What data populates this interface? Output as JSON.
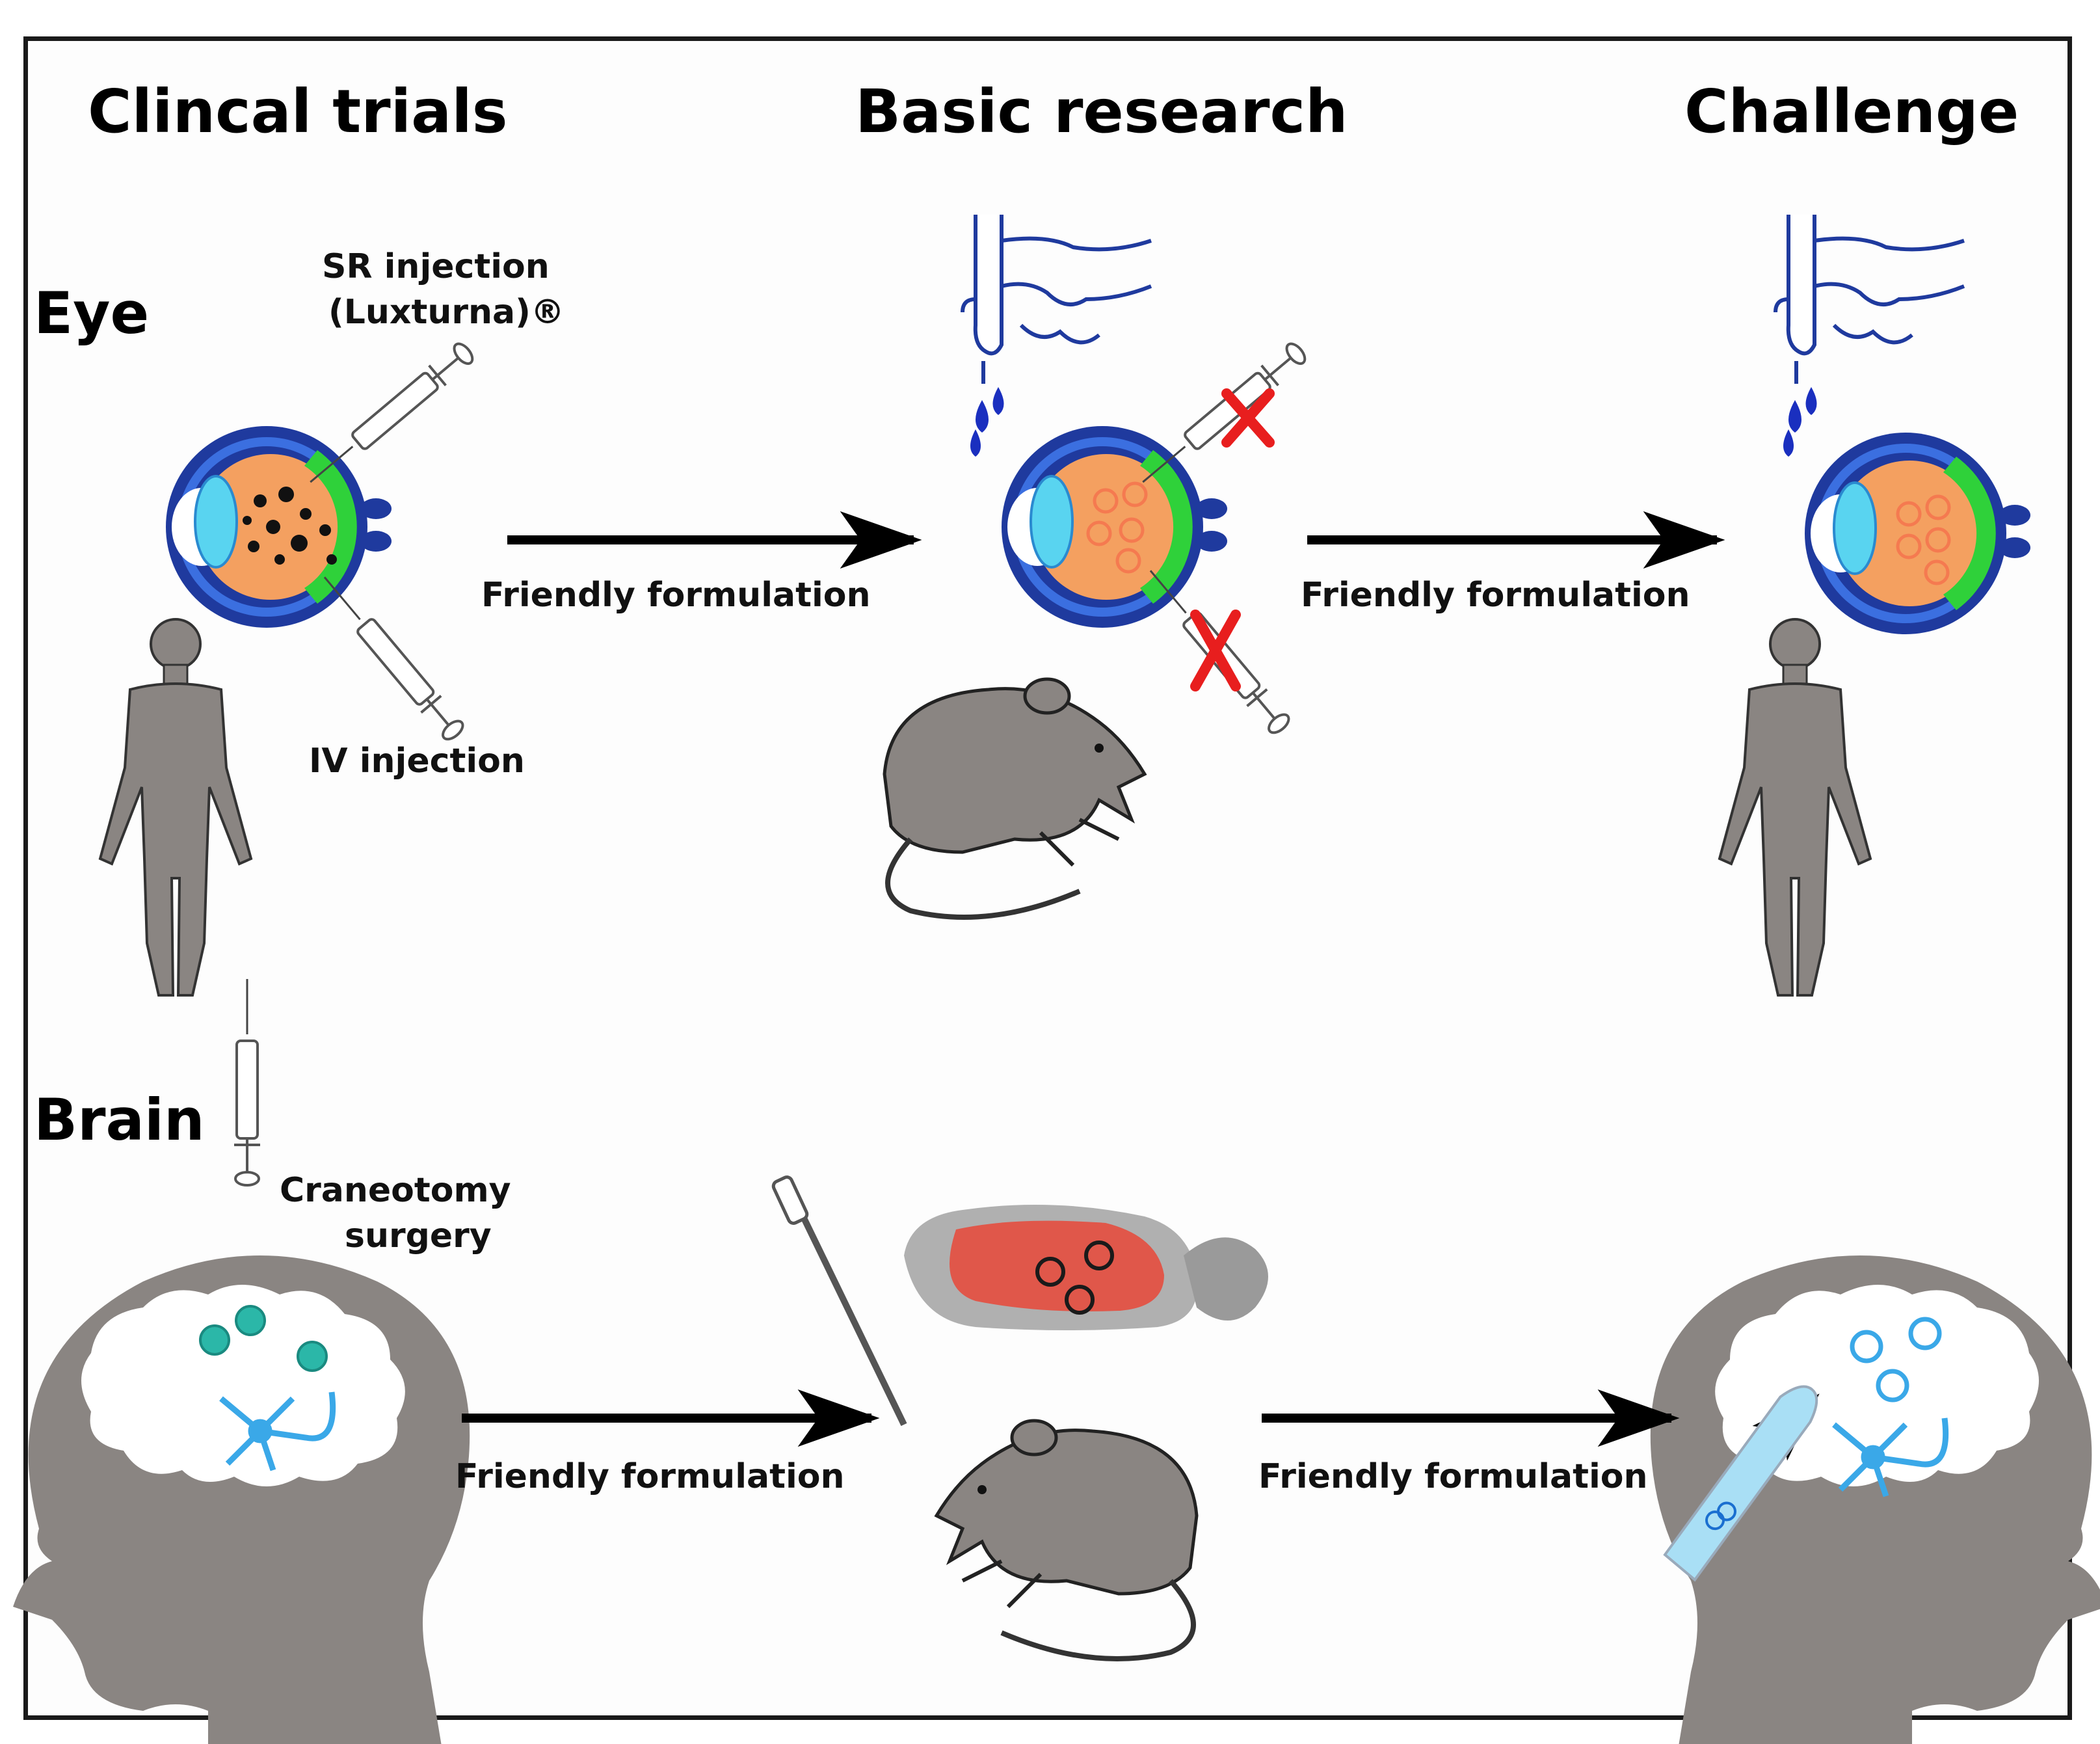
{
  "headers": {
    "clinical": "Clincal trials",
    "basic": "Basic research",
    "challenge": "Challenge"
  },
  "rows": {
    "eye": "Eye",
    "brain": "Brain"
  },
  "labels": {
    "sr_injection_line1": "SR injection",
    "sr_injection_line2": "(Luxturna)®",
    "iv_injection": "IV injection",
    "craneotomy_line1": "Craneotomy",
    "craneotomy_line2": "surgery",
    "arrow_eye_1": "Friendly formulation",
    "arrow_eye_2": "Friendly formulation",
    "arrow_brain_1": "Friendly formulation",
    "arrow_brain_2": "Friendly formulation"
  },
  "colors": {
    "figure_gray": "#8a8582",
    "eye_orange": "#f4a060",
    "eye_blue": "#1f3a9e",
    "retina_green": "#2fd13a",
    "lens_cyan": "#59d4f0",
    "nanoparticle_orange": "#f57a50",
    "block_red": "#e81e1e",
    "neuron_blue": "#3aa8e8",
    "cluster_teal": "#2bb7a8",
    "nasal_green": "#22e022"
  }
}
